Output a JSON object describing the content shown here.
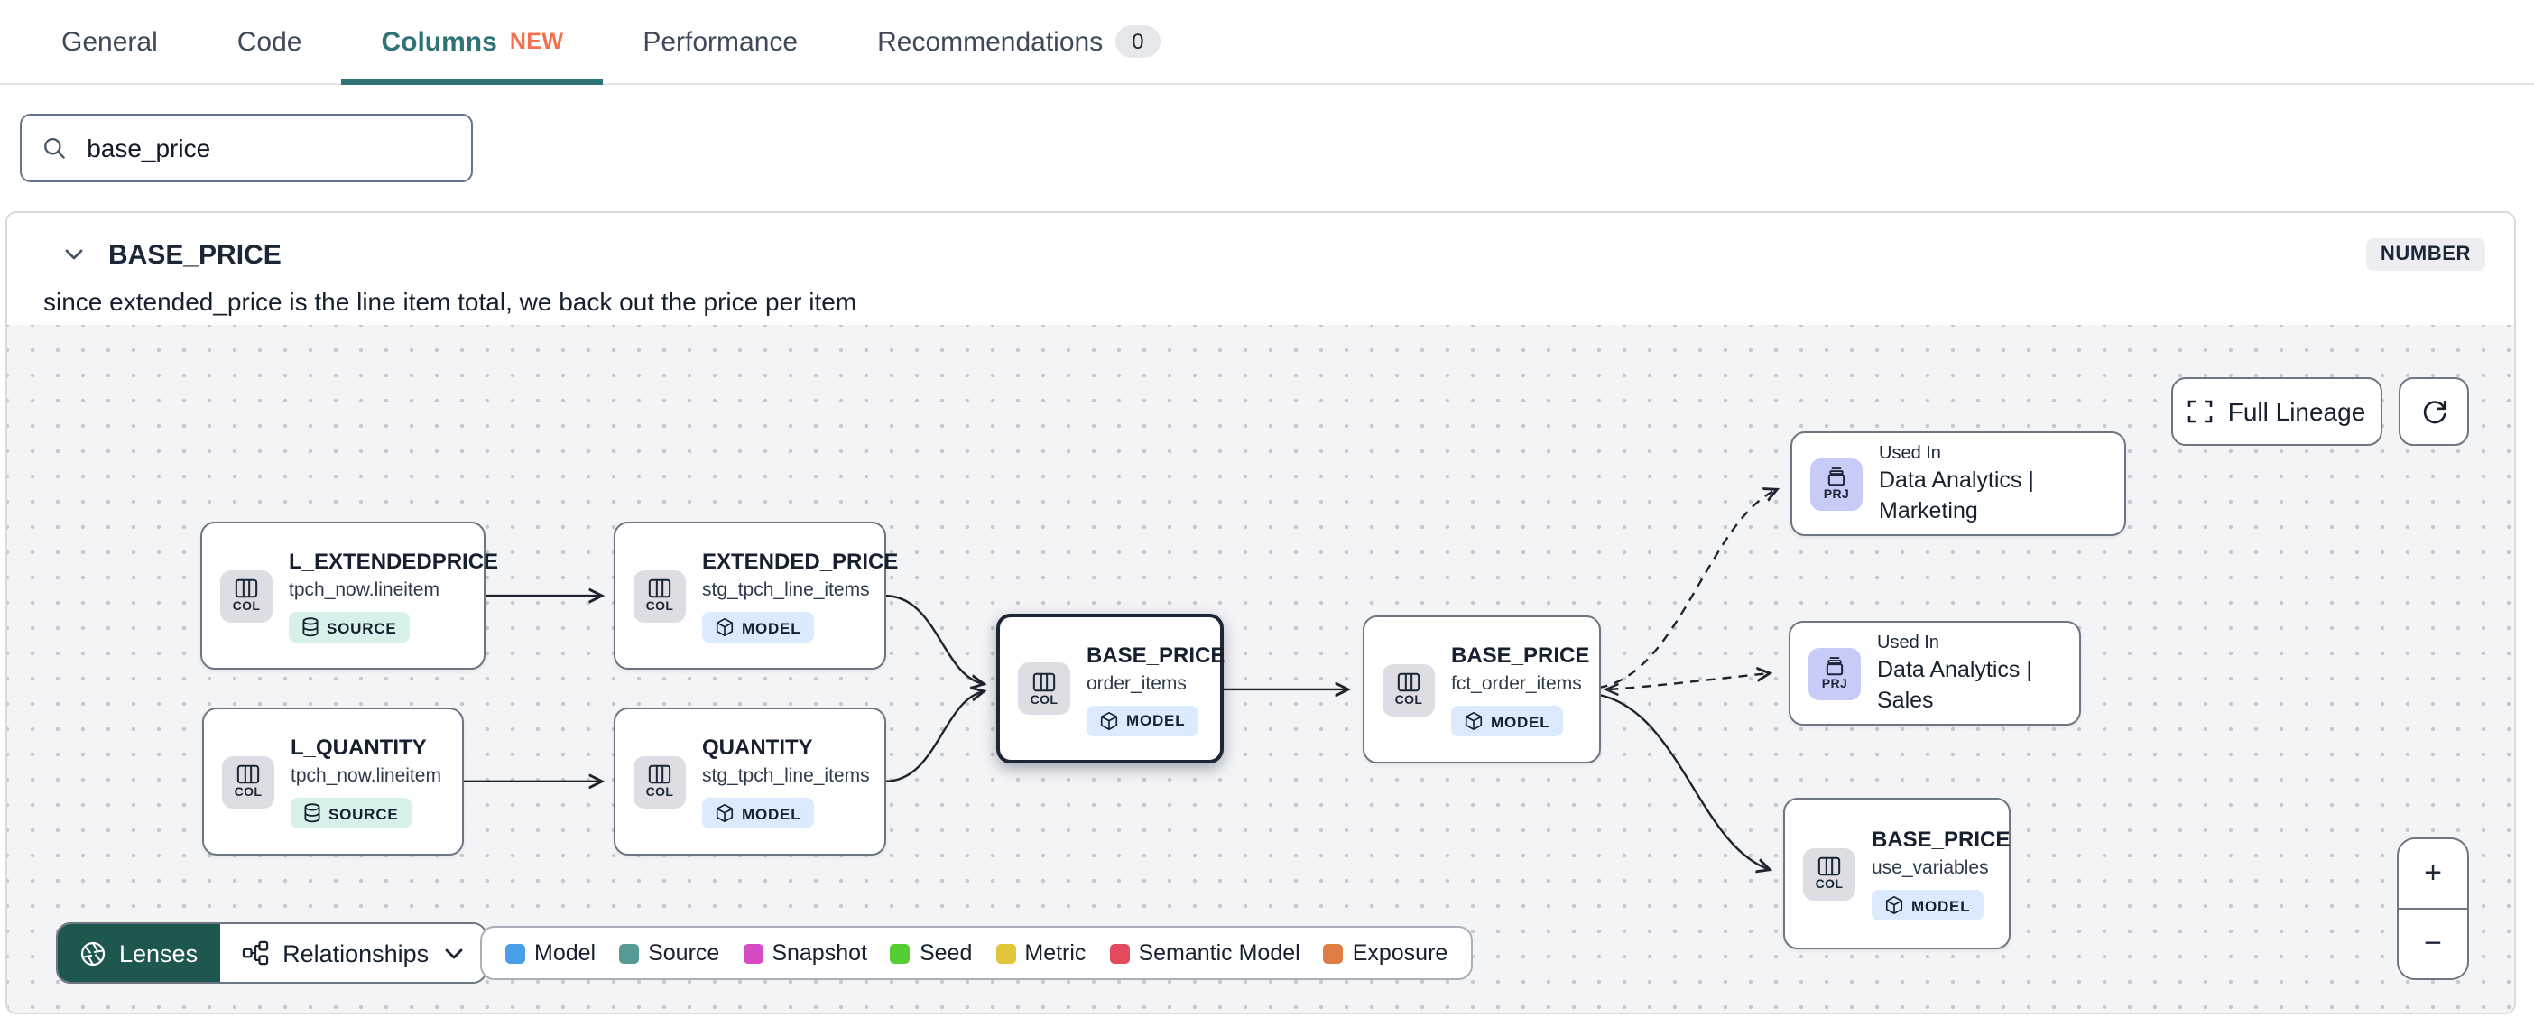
{
  "tabs": {
    "items": [
      {
        "label": "General"
      },
      {
        "label": "Code"
      },
      {
        "label": "Columns",
        "badge": "NEW",
        "active": true
      },
      {
        "label": "Performance"
      },
      {
        "label": "Recommendations",
        "count": "0"
      }
    ]
  },
  "search": {
    "value": "base_price"
  },
  "column_card": {
    "title": "BASE_PRICE",
    "type_badge": "NUMBER",
    "description": "since extended_price is the line item total, we back out the price per item"
  },
  "lineage": {
    "controls": {
      "full_lineage": "Full Lineage",
      "lenses": "Lenses",
      "relationships": "Relationships",
      "zoom_in": "+",
      "zoom_out": "−"
    },
    "legend": [
      {
        "label": "Model",
        "color": "#4a9de8"
      },
      {
        "label": "Source",
        "color": "#579a93"
      },
      {
        "label": "Snapshot",
        "color": "#d64bc4"
      },
      {
        "label": "Seed",
        "color": "#54ce32"
      },
      {
        "label": "Metric",
        "color": "#e2c53a"
      },
      {
        "label": "Semantic Model",
        "color": "#e24a5e"
      },
      {
        "label": "Exposure",
        "color": "#de7d44"
      }
    ],
    "nodes": [
      {
        "kind": "COL",
        "title": "L_EXTENDEDPRICE",
        "subtitle": "tpch_now.lineitem",
        "badge": "SOURCE"
      },
      {
        "kind": "COL",
        "title": "L_QUANTITY",
        "subtitle": "tpch_now.lineitem",
        "badge": "SOURCE"
      },
      {
        "kind": "COL",
        "title": "EXTENDED_PRICE",
        "subtitle": "stg_tpch_line_items",
        "badge": "MODEL"
      },
      {
        "kind": "COL",
        "title": "QUANTITY",
        "subtitle": "stg_tpch_line_items",
        "badge": "MODEL"
      },
      {
        "kind": "COL",
        "title": "BASE_PRICE",
        "subtitle": "order_items",
        "badge": "MODEL",
        "selected": true
      },
      {
        "kind": "COL",
        "title": "BASE_PRICE",
        "subtitle": "fct_order_items",
        "badge": "MODEL"
      },
      {
        "kind": "PRJ",
        "title": "Used In",
        "subtitle": "Data Analytics | Marketing"
      },
      {
        "kind": "PRJ",
        "title": "Used In",
        "subtitle": "Data Analytics | Sales"
      },
      {
        "kind": "COL",
        "title": "BASE_PRICE",
        "subtitle": "use_variables",
        "badge": "MODEL"
      }
    ],
    "edges": [
      {
        "from": "L_EXTENDEDPRICE",
        "to": "EXTENDED_PRICE",
        "style": "solid"
      },
      {
        "from": "L_QUANTITY",
        "to": "QUANTITY",
        "style": "solid"
      },
      {
        "from": "EXTENDED_PRICE",
        "to": "BASE_PRICE (order_items)",
        "style": "solid"
      },
      {
        "from": "QUANTITY",
        "to": "BASE_PRICE (order_items)",
        "style": "solid"
      },
      {
        "from": "BASE_PRICE (order_items)",
        "to": "BASE_PRICE (fct_order_items)",
        "style": "solid"
      },
      {
        "from": "BASE_PRICE (fct_order_items)",
        "to": "Used In Data Analytics | Marketing",
        "style": "dashed"
      },
      {
        "from": "BASE_PRICE (fct_order_items)",
        "to": "Used In Data Analytics | Sales",
        "style": "dashed"
      },
      {
        "from": "BASE_PRICE (fct_order_items)",
        "to": "BASE_PRICE (use_variables)",
        "style": "solid"
      }
    ]
  },
  "icons": {
    "search-icon": "magnifier",
    "chevron-down-icon": "v chevron",
    "columns-icon": "three vertical column panes",
    "database-icon": "cylinder stack",
    "cube-icon": "3d cube outline",
    "archive-icon": "project box with lid",
    "expand-icon": "four corner brackets",
    "refresh-icon": "circular arrow",
    "aperture-icon": "camera shutter",
    "relationships-icon": "branching squares"
  },
  "colors": {
    "accent_teal": "#2f7376",
    "new_badge": "#f3704f",
    "lenses_button_bg": "#1e574f",
    "selected_node_border": "#1b2637",
    "canvas_bg": "#f3f4f6",
    "model_badge_bg": "#dbeafd",
    "source_badge_bg": "#d7f1ea",
    "col_chip_bg": "#dcdee3",
    "prj_chip_bg": "#c6cbf8",
    "type_badge_bg": "#eceef1"
  }
}
